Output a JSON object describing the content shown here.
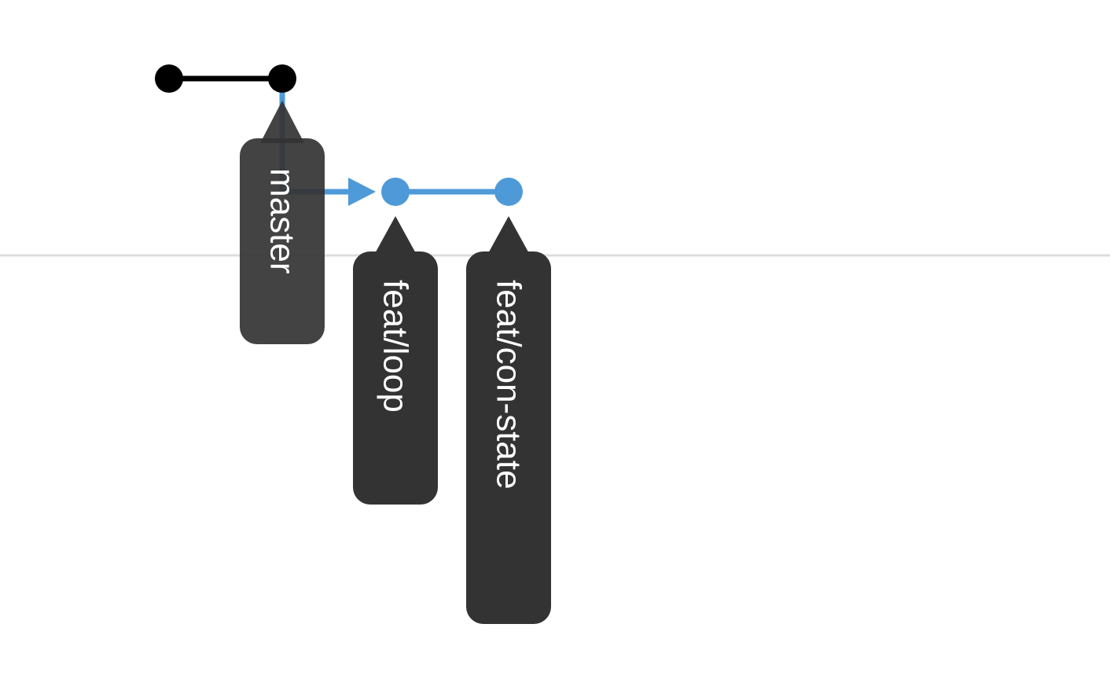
{
  "colors": {
    "background": "#ffffff",
    "master": "#000000",
    "feature": "#4e9ad8",
    "tag_bg": "#333333",
    "tag_text": "#ffffff",
    "separator": "#dddddd"
  },
  "branches": [
    {
      "id": "master",
      "label": "master",
      "color": "#000000"
    },
    {
      "id": "feat-loop",
      "label": "feat/loop",
      "color": "#4e9ad8"
    },
    {
      "id": "feat-con-state",
      "label": "feat/con-state",
      "color": "#4e9ad8"
    }
  ],
  "commits": [
    {
      "id": "c1",
      "branch": "master"
    },
    {
      "id": "c2",
      "branch": "master",
      "head_of": "master"
    },
    {
      "id": "c3",
      "branch": "feat-loop",
      "parent": "c2",
      "head_of": "feat-loop"
    },
    {
      "id": "c4",
      "branch": "feat-loop",
      "parent": "c3",
      "head_of": "feat-con-state"
    }
  ]
}
